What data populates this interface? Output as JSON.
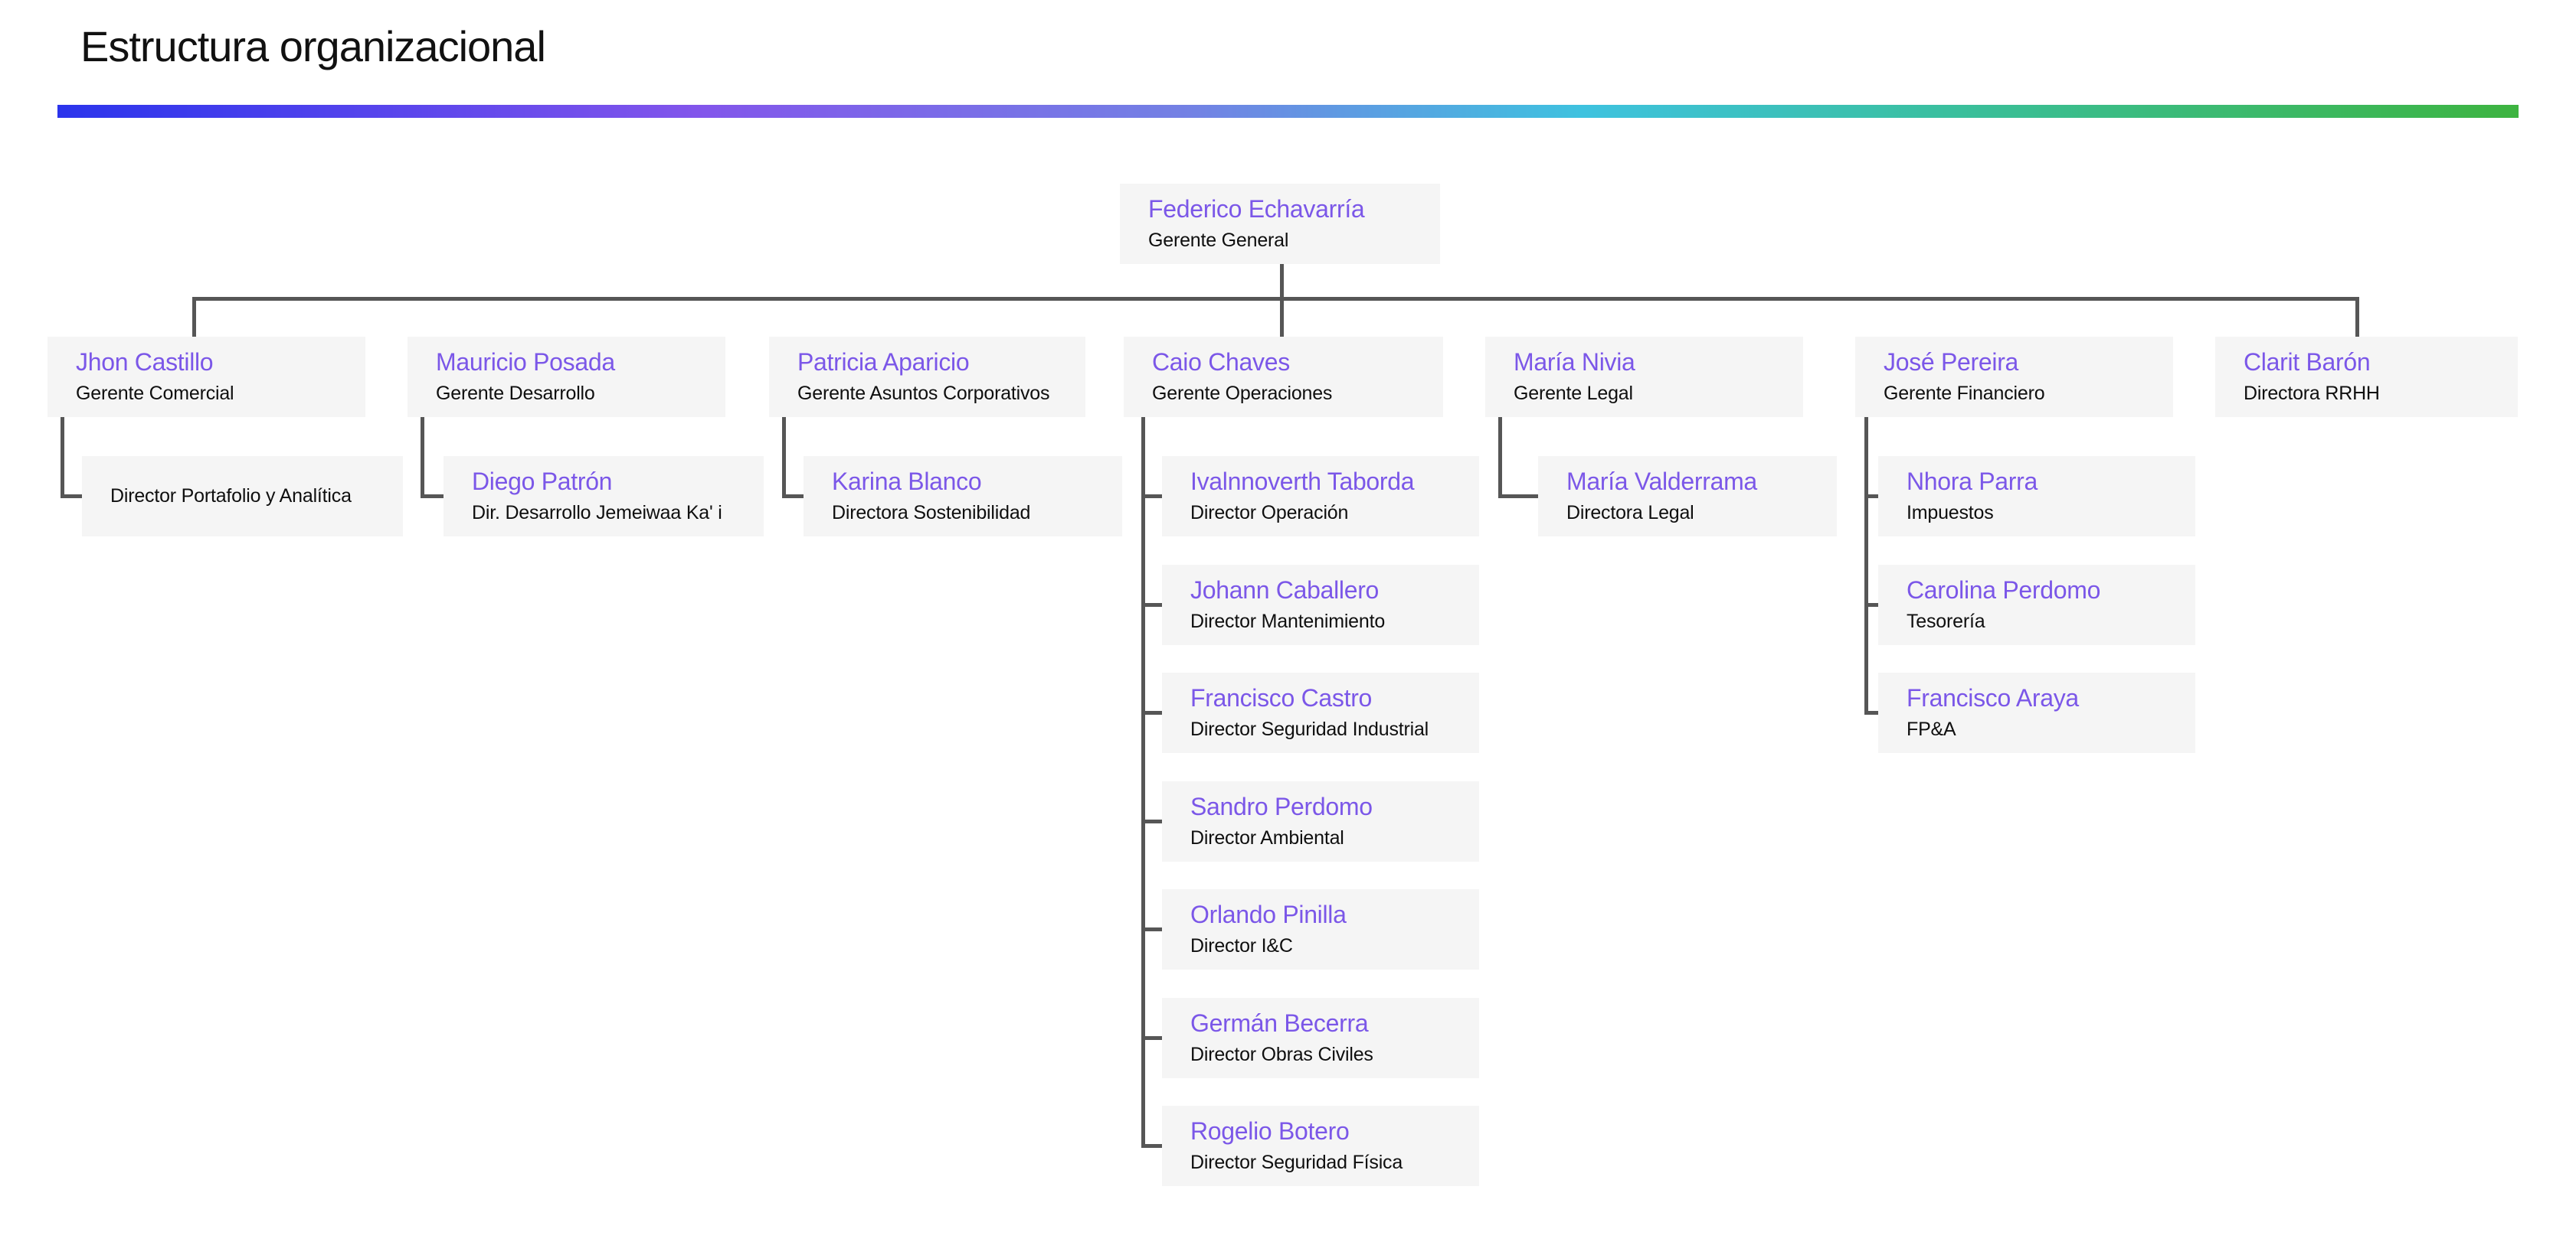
{
  "title": "Estructura organizacional",
  "colors": {
    "accent_name": "#7B57E8",
    "role_text": "#0F0F0F",
    "node_background": "#F5F5F5",
    "connector": "#565656",
    "gradient_stops": [
      "#2B34EC",
      "#8255EB",
      "#7381E4",
      "#3EC2DF",
      "#3ABF9D",
      "#3DB440"
    ]
  },
  "org": {
    "root": {
      "name": "Federico Echavarría",
      "role": "Gerente General"
    },
    "managers": [
      {
        "name": "Jhon Castillo",
        "role": "Gerente Comercial",
        "children": [
          {
            "role": "Director Portafolio y Analítica"
          }
        ]
      },
      {
        "name": "Mauricio Posada",
        "role": "Gerente Desarrollo",
        "children": [
          {
            "name": "Diego Patrón",
            "role": "Dir. Desarrollo Jemeiwaa Ka' i"
          }
        ]
      },
      {
        "name": "Patricia Aparicio",
        "role": "Gerente Asuntos Corporativos",
        "children": [
          {
            "name": "Karina Blanco",
            "role": "Directora Sostenibilidad"
          }
        ]
      },
      {
        "name": "Caio Chaves",
        "role": "Gerente Operaciones",
        "children": [
          {
            "name": "Ivalnnoverth Taborda",
            "role": "Director Operación"
          },
          {
            "name": "Johann Caballero",
            "role": "Director Mantenimiento"
          },
          {
            "name": "Francisco Castro",
            "role": "Director Seguridad Industrial"
          },
          {
            "name": "Sandro Perdomo",
            "role": "Director Ambiental"
          },
          {
            "name": "Orlando Pinilla",
            "role": "Director I&C"
          },
          {
            "name": "Germán Becerra",
            "role": "Director Obras Civiles"
          },
          {
            "name": "Rogelio Botero",
            "role": "Director Seguridad Física"
          }
        ]
      },
      {
        "name": "María Nivia",
        "role": "Gerente Legal",
        "children": [
          {
            "name": "María  Valderrama",
            "role": "Directora Legal"
          }
        ]
      },
      {
        "name": "José Pereira",
        "role": "Gerente Financiero",
        "children": [
          {
            "name": "Nhora Parra",
            "role": "Impuestos"
          },
          {
            "name": "Carolina Perdomo",
            "role": "Tesorería"
          },
          {
            "name": "Francisco Araya",
            "role": "FP&A"
          }
        ]
      },
      {
        "name": "Clarit Barón",
        "role": "Directora RRHH",
        "children": []
      }
    ]
  }
}
